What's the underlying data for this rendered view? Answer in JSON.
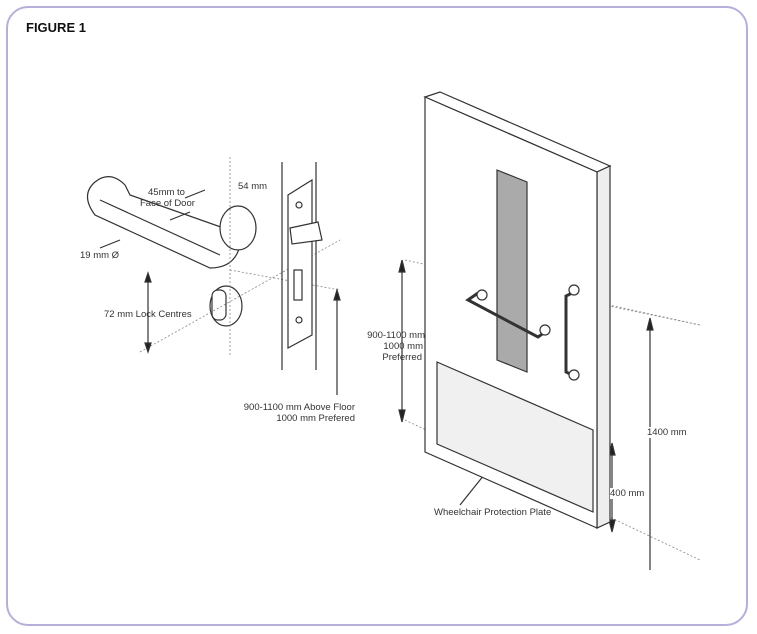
{
  "figure_title": "FIGURE 1",
  "labels": {
    "handle_projection_line1": "45mm to",
    "handle_projection_line2": "Face of Door",
    "handle_diameter": "19 mm Ø",
    "door_thickness": "54 mm",
    "lock_centres": "72 mm Lock Centres",
    "lock_height_line1": "900-1100 mm  Above Floor",
    "lock_height_line2": "1000 mm Prefered",
    "pull_height_line1": "900-1100 mm",
    "pull_height_line2": "1000 mm",
    "pull_height_line3": "Preferred",
    "vision_panel_height": "1400 mm",
    "plate_height": "400 mm",
    "plate_label": "Wheelchair Protection Plate"
  },
  "colors": {
    "frame": "#b5b0d8",
    "line": "#333333",
    "glass": "#a9a9a9",
    "plate": "#f0f0f0"
  }
}
